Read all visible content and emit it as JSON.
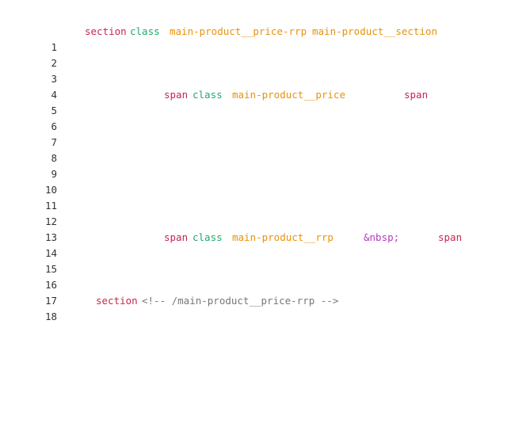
{
  "editor": {
    "line_numbers": [
      "1",
      "2",
      "3",
      "4",
      "5",
      "6",
      "7",
      "8",
      "9",
      "10",
      "11",
      "12",
      "13",
      "14",
      "15",
      "16",
      "17",
      "18"
    ],
    "line1": {
      "tag": "section",
      "attr": "class",
      "val1": "main-product__price-rrp",
      "val2": "main-product__section"
    },
    "line5": {
      "tag_open": "span",
      "attr": "class",
      "val": "main-product__price",
      "tag_close": "span"
    },
    "line14": {
      "tag_open": "span",
      "attr": "class",
      "val": "main-product__rrp",
      "entity": "&nbsp;",
      "tag_close": "span"
    },
    "line18": {
      "tag": "section",
      "comment": "<!-- /main-product__price-rrp -->"
    }
  },
  "colors": {
    "tag": "#c7254e",
    "attribute": "#20a86b",
    "value": "#e8920c",
    "entity": "#b13dba",
    "comment": "#777777"
  }
}
